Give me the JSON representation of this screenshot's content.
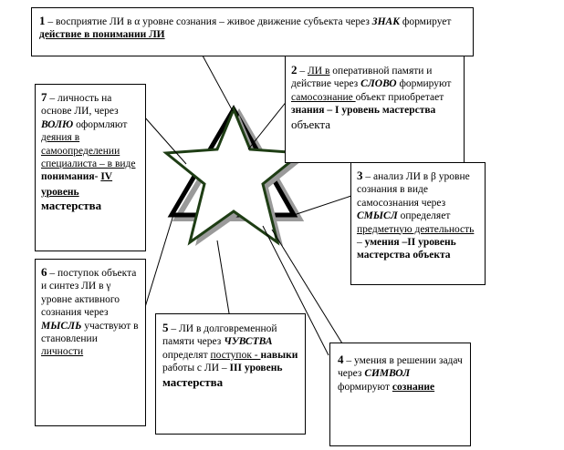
{
  "boxes": {
    "b1": {
      "num": "1",
      "t1": " – восприятие ЛИ в α уровне сознания – живое движение субъекта через ",
      "t2": "ЗНАК",
      "t3": " формирует ",
      "t4": "действие в понимании ЛИ "
    },
    "b2": {
      "num": "2",
      "t1": " – ",
      "t2": "ЛИ в",
      "t3": " оперативной памяти и действие через ",
      "t4": "СЛОВО",
      "t5": " формируют ",
      "t6": "самосознание ",
      "t7": "объект приобретает ",
      "t8": "знания – I уровень мастерства",
      "t9": "объекта"
    },
    "b3": {
      "num": "3",
      "t1": " – анализ ЛИ в β уровне сознания в виде самосознания через ",
      "t2": "СМЫСЛ",
      "t3": " определяет ",
      "t4": "предметную деятельность",
      "t5": " – ",
      "t6": "умения –II уровень мастерства объекта"
    },
    "b4": {
      "num": "4",
      "t1": " – умения в решении задач через ",
      "t2": "СИМВОЛ",
      "t3": " формируют ",
      "t4": "сознание "
    },
    "b5": {
      "num": "5",
      "t1": " – ЛИ в долговременной памяти через ",
      "t2": "ЧУВСТВА",
      "t3": " определят ",
      "t4": "поступок - ",
      "t5": "навыки",
      "t6": " работы с ЛИ – ",
      "t7": "III уровень",
      "t8": "мастерства"
    },
    "b6": {
      "num": "6",
      "t1": " – поступок объекта и синтез ЛИ в γ уровне активного сознания через ",
      "t2": "МЫСЛЬ",
      "t3": " участвуют в становлении ",
      "t4": "личности"
    },
    "b7": {
      "num": "7",
      "t1": " – личность на основе ЛИ, через ",
      "t2": "ВОЛЮ",
      "t3": " оформляют ",
      "t4": "деяния в самоопределении специалиста – в виде",
      "t5": " понимания- ",
      "t6": "IV уровень",
      "t7": " мастерства"
    }
  }
}
